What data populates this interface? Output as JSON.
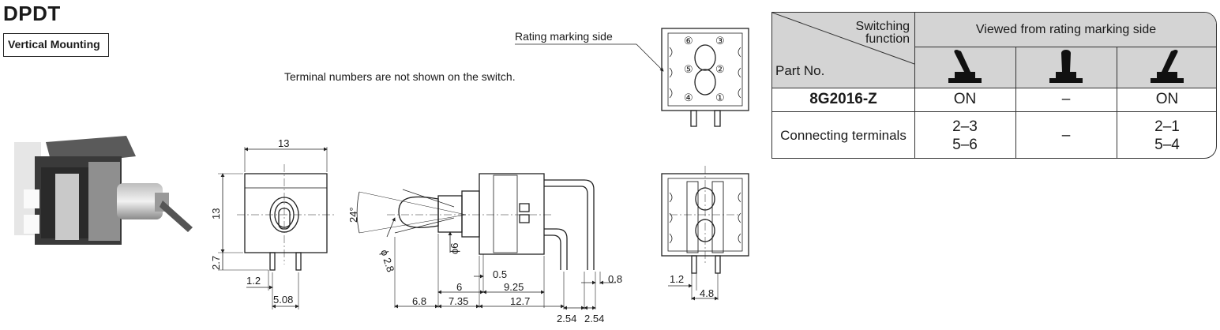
{
  "header": {
    "title": "DPDT",
    "mounting": "Vertical Mounting"
  },
  "notes": {
    "terminal_note": "Terminal numbers are not shown on the switch.",
    "rating_side": "Rating marking side"
  },
  "terminals": [
    "⑥",
    "③",
    "⑤",
    "②",
    "④",
    "①"
  ],
  "dimensions": {
    "front_width": "13",
    "front_height": "13",
    "front_bottom": "2.7",
    "front_pin_offset": "1.2",
    "front_pin_pitch": "5.08",
    "angle": "24°",
    "lever_dia": "ϕ 2.8",
    "bushing_dia": "ϕ6",
    "pin_offset": "0.5",
    "side_a": "6",
    "side_b": "9.25",
    "side_c": "6.8",
    "side_d": "7.35",
    "side_e": "12.7",
    "pin_thick": "0.8",
    "pitch_a": "2.54",
    "pitch_b": "2.54",
    "bottom_offset": "1.2",
    "bottom_pitch": "4.8"
  },
  "table": {
    "switching_function": "Switching function",
    "part_no_label": "Part No.",
    "viewed_from": "Viewed from rating marking side",
    "part_no": "8G2016-Z",
    "positions": [
      "ON",
      "–",
      "ON"
    ],
    "connecting_label": "Connecting terminals",
    "connecting": [
      [
        "2–3",
        "5–6"
      ],
      "–",
      [
        "2–1",
        "5–4"
      ]
    ],
    "colors": {
      "header_bg": "#d4d4d4",
      "border": "#333333",
      "icon": "#111111"
    }
  }
}
